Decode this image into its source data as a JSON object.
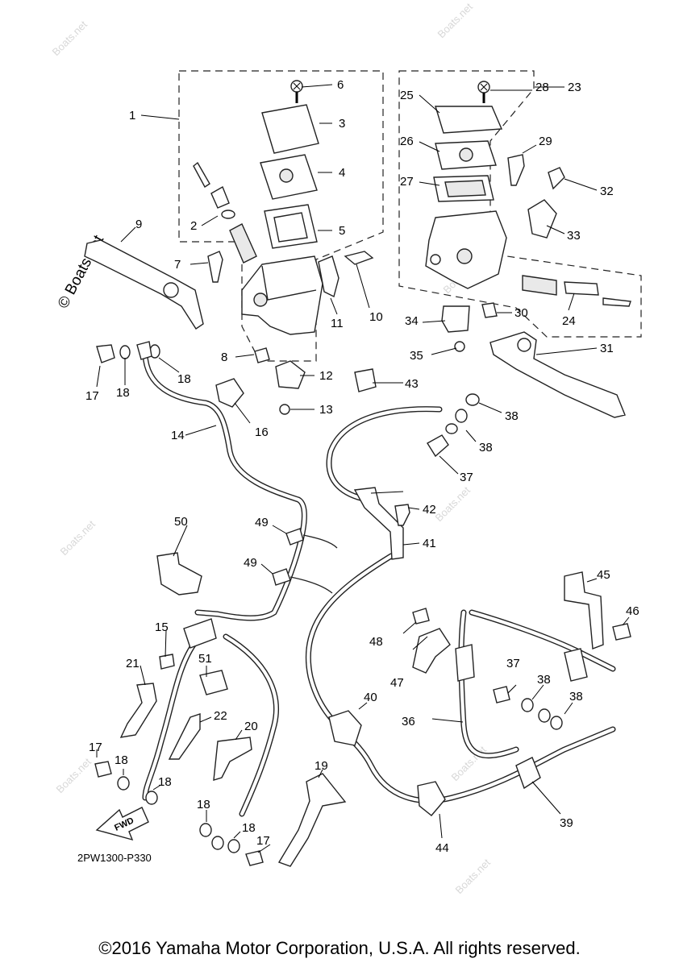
{
  "watermark": {
    "brand": "Boats.net",
    "side_text": "© Boats.net"
  },
  "callouts": [
    {
      "id": "c1",
      "label": "1"
    },
    {
      "id": "c2",
      "label": "2"
    },
    {
      "id": "c3",
      "label": "3"
    },
    {
      "id": "c4",
      "label": "4"
    },
    {
      "id": "c5",
      "label": "5"
    },
    {
      "id": "c6",
      "label": "6"
    },
    {
      "id": "c7",
      "label": "7"
    },
    {
      "id": "c8",
      "label": "8"
    },
    {
      "id": "c9",
      "label": "9"
    },
    {
      "id": "c10",
      "label": "10"
    },
    {
      "id": "c11",
      "label": "11"
    },
    {
      "id": "c12",
      "label": "12"
    },
    {
      "id": "c13",
      "label": "13"
    },
    {
      "id": "c14",
      "label": "14"
    },
    {
      "id": "c15",
      "label": "15"
    },
    {
      "id": "c16",
      "label": "16"
    },
    {
      "id": "c17a",
      "label": "17"
    },
    {
      "id": "c17b",
      "label": "17"
    },
    {
      "id": "c17c",
      "label": "17"
    },
    {
      "id": "c18a",
      "label": "18"
    },
    {
      "id": "c18b",
      "label": "18"
    },
    {
      "id": "c18c",
      "label": "18"
    },
    {
      "id": "c18d",
      "label": "18"
    },
    {
      "id": "c18e",
      "label": "18"
    },
    {
      "id": "c18f",
      "label": "18"
    },
    {
      "id": "c19",
      "label": "19"
    },
    {
      "id": "c20",
      "label": "20"
    },
    {
      "id": "c21",
      "label": "21"
    },
    {
      "id": "c22",
      "label": "22"
    },
    {
      "id": "c23",
      "label": "23"
    },
    {
      "id": "c24",
      "label": "24"
    },
    {
      "id": "c25",
      "label": "25"
    },
    {
      "id": "c26",
      "label": "26"
    },
    {
      "id": "c27",
      "label": "27"
    },
    {
      "id": "c28",
      "label": "28"
    },
    {
      "id": "c29",
      "label": "29"
    },
    {
      "id": "c30",
      "label": "30"
    },
    {
      "id": "c31",
      "label": "31"
    },
    {
      "id": "c32",
      "label": "32"
    },
    {
      "id": "c33",
      "label": "33"
    },
    {
      "id": "c34",
      "label": "34"
    },
    {
      "id": "c35",
      "label": "35"
    },
    {
      "id": "c36",
      "label": "36"
    },
    {
      "id": "c37a",
      "label": "37"
    },
    {
      "id": "c37b",
      "label": "37"
    },
    {
      "id": "c38a",
      "label": "38"
    },
    {
      "id": "c38b",
      "label": "38"
    },
    {
      "id": "c38c",
      "label": "38"
    },
    {
      "id": "c38d",
      "label": "38"
    },
    {
      "id": "c39",
      "label": "39"
    },
    {
      "id": "c40",
      "label": "40"
    },
    {
      "id": "c41",
      "label": "41"
    },
    {
      "id": "c42",
      "label": "42"
    },
    {
      "id": "c43",
      "label": "43"
    },
    {
      "id": "c44",
      "label": "44"
    },
    {
      "id": "c45",
      "label": "45"
    },
    {
      "id": "c46",
      "label": "46"
    },
    {
      "id": "c47",
      "label": "47"
    },
    {
      "id": "c48",
      "label": "48"
    },
    {
      "id": "c49a",
      "label": "49"
    },
    {
      "id": "c49b",
      "label": "49"
    },
    {
      "id": "c50",
      "label": "50"
    },
    {
      "id": "c51",
      "label": "51"
    }
  ],
  "fwd_label": "FWD",
  "diagram_code": "2PW1300-P330",
  "copyright": "©2016 Yamaha Motor Corporation, U.S.A. All rights reserved."
}
